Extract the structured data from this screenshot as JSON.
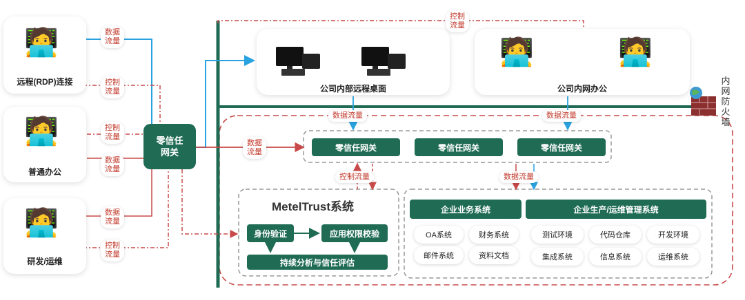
{
  "users": [
    {
      "label": "远程(RDP)连接",
      "icon": "person-at-desk-icon"
    },
    {
      "label": "普通办公",
      "icon": "person-at-desk-icon"
    },
    {
      "label": "研发/运维",
      "icon": "person-at-desk-icon"
    }
  ],
  "flow_labels": {
    "data": "数据\n流量",
    "control": "控制\n流量",
    "data_inline": "数据流量",
    "control_inline": "控制流量"
  },
  "gateway_main": "零信任\n网关",
  "intranet": {
    "remote_desktop_label": "公司内部远程桌面",
    "office_label": "公司内网办公",
    "firewall_label": "内网防火墙"
  },
  "zt_gateways": [
    "零信任网关",
    "零信任网关",
    "零信任网关"
  ],
  "meteltrust": {
    "title": "MetelTrust系统",
    "auth": "身份验证",
    "perm": "应用权限校验",
    "eval": "持续分析与信任评估"
  },
  "business": {
    "title": "企业业务系统",
    "items": [
      "OA系统",
      "财务系统",
      "邮件系统",
      "资料文档"
    ]
  },
  "ops": {
    "title": "企业生产/运维管理系统",
    "items": [
      "测试环境",
      "代码仓库",
      "开发环境",
      "集成系统",
      "信息系统",
      "运维系统"
    ]
  },
  "colors": {
    "green": "#1f6b53",
    "red": "#c94a4a",
    "blue": "#29a3e0"
  }
}
